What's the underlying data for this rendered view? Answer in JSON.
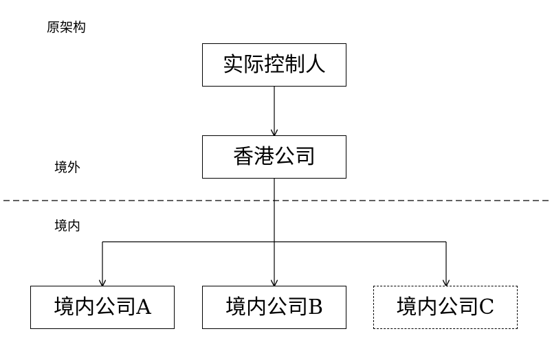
{
  "title": "原架构",
  "region_labels": {
    "offshore": "境外",
    "onshore": "境内"
  },
  "nodes": {
    "controller": "实际控制人",
    "hk_company": "香港公司",
    "domestic_a": "境内公司A",
    "domestic_b": "境内公司B",
    "domestic_c": "境内公司C"
  },
  "styles": {
    "line_color": "#000000",
    "background": "#ffffff"
  }
}
